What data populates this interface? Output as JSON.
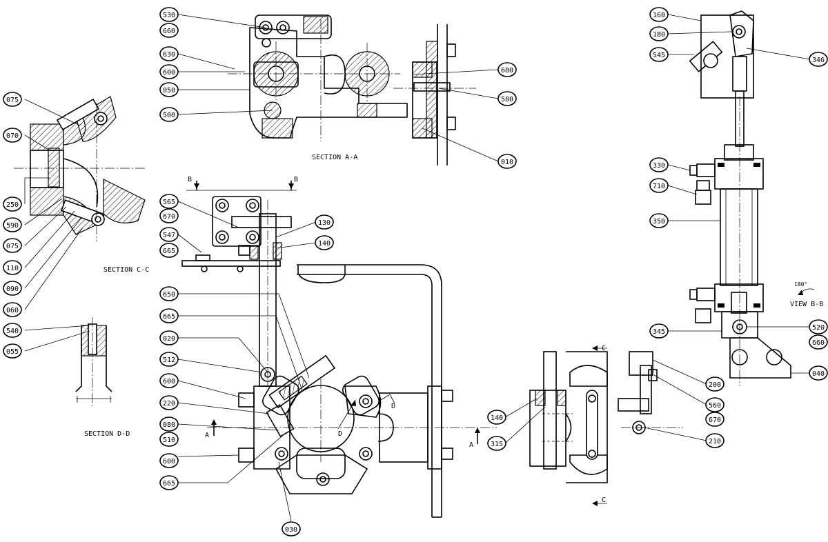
{
  "drawing": {
    "section_titles": {
      "aa": "SECTION A-A",
      "cc": "SECTION C-C",
      "dd": "SECTION D-D",
      "bb": "VIEW B-B"
    },
    "rotation_note": "180°",
    "section_letters": {
      "a": "A",
      "b": "B",
      "c": "C",
      "d": "D"
    },
    "balloons": {
      "b530": "530",
      "b660a": "660",
      "b630": "630",
      "b600a": "600",
      "b050": "050",
      "b500": "500",
      "b680": "680",
      "b580": "580",
      "b010": "010",
      "b160": "160",
      "b180": "180",
      "b545": "545",
      "b346": "346",
      "b330": "330",
      "b710": "710",
      "b350": "350",
      "b345": "345",
      "b520": "520",
      "b660b": "660",
      "b040": "040",
      "b075a": "075",
      "b070": "070",
      "b250": "250",
      "b590": "590",
      "b075b": "075",
      "b110": "110",
      "b090": "090",
      "b060": "060",
      "b540": "540",
      "b055": "055",
      "b565": "565",
      "b670a": "670",
      "b547": "547",
      "b665a": "665",
      "b130": "130",
      "b140a": "140",
      "b650": "650",
      "b665b": "665",
      "b020": "020",
      "b512": "512",
      "b600b": "600",
      "b220": "220",
      "b080": "080",
      "b510": "510",
      "b600c": "600",
      "b665c": "665",
      "b030": "030",
      "b140b": "140",
      "b315": "315",
      "b200": "200",
      "b560": "560",
      "b670b": "670",
      "b210": "210"
    }
  }
}
